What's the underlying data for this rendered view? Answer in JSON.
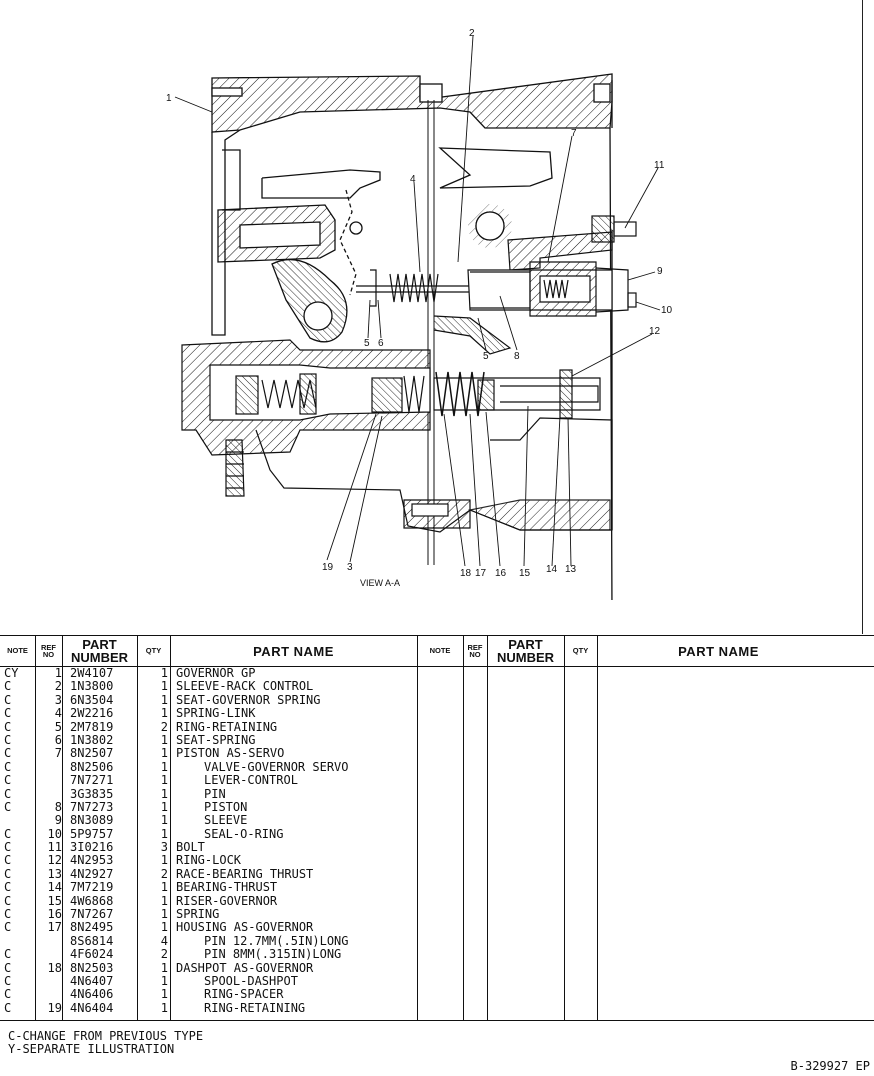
{
  "drawing": {
    "view_label": "VIEW A-A",
    "callouts": [
      "1",
      "2",
      "4",
      "7",
      "11",
      "9",
      "10",
      "5",
      "6",
      "5",
      "8",
      "12",
      "19",
      "3",
      "18",
      "17",
      "16",
      "15",
      "14",
      "13"
    ]
  },
  "table": {
    "left_headers": {
      "note": "NOTE",
      "ref_no": "REF NO",
      "part_number": "PART NUMBER",
      "qty": "QTY",
      "part_name": "PART NAME"
    },
    "right_headers": {
      "note": "NOTE",
      "ref_no": "REF NO",
      "part_number": "PART NUMBER",
      "qty": "QTY",
      "part_name": "PART NAME"
    },
    "rows": [
      {
        "note": "CY",
        "ref": "1",
        "pn": "2W4107",
        "qty": "1",
        "name": "GOVERNOR GP",
        "indent": false
      },
      {
        "note": "C",
        "ref": "2",
        "pn": "1N3800",
        "qty": "1",
        "name": "SLEEVE-RACK CONTROL",
        "indent": false
      },
      {
        "note": "C",
        "ref": "3",
        "pn": "6N3504",
        "qty": "1",
        "name": "SEAT-GOVERNOR SPRING",
        "indent": false
      },
      {
        "note": "C",
        "ref": "4",
        "pn": "2W2216",
        "qty": "1",
        "name": "SPRING-LINK",
        "indent": false
      },
      {
        "note": "C",
        "ref": "5",
        "pn": "2M7819",
        "qty": "2",
        "name": "RING-RETAINING",
        "indent": false
      },
      {
        "note": "C",
        "ref": "6",
        "pn": "1N3802",
        "qty": "1",
        "name": "SEAT-SPRING",
        "indent": false
      },
      {
        "note": "C",
        "ref": "7",
        "pn": "8N2507",
        "qty": "1",
        "name": "PISTON AS-SERVO",
        "indent": false
      },
      {
        "note": "C",
        "ref": "",
        "pn": "8N2506",
        "qty": "1",
        "name": "VALVE-GOVERNOR SERVO",
        "indent": true
      },
      {
        "note": "C",
        "ref": "",
        "pn": "7N7271",
        "qty": "1",
        "name": "LEVER-CONTROL",
        "indent": true
      },
      {
        "note": "C",
        "ref": "",
        "pn": "3G3835",
        "qty": "1",
        "name": "PIN",
        "indent": true
      },
      {
        "note": "C",
        "ref": "8",
        "pn": "7N7273",
        "qty": "1",
        "name": "PISTON",
        "indent": true
      },
      {
        "note": "",
        "ref": "9",
        "pn": "8N3089",
        "qty": "1",
        "name": "SLEEVE",
        "indent": true
      },
      {
        "note": "C",
        "ref": "10",
        "pn": "5P9757",
        "qty": "1",
        "name": "SEAL-O-RING",
        "indent": true
      },
      {
        "note": "C",
        "ref": "11",
        "pn": "3I0216",
        "qty": "3",
        "name": "BOLT",
        "indent": false
      },
      {
        "note": "C",
        "ref": "12",
        "pn": "4N2953",
        "qty": "1",
        "name": "RING-LOCK",
        "indent": false
      },
      {
        "note": "C",
        "ref": "13",
        "pn": "4N2927",
        "qty": "2",
        "name": "RACE-BEARING THRUST",
        "indent": false
      },
      {
        "note": "C",
        "ref": "14",
        "pn": "7M7219",
        "qty": "1",
        "name": "BEARING-THRUST",
        "indent": false
      },
      {
        "note": "C",
        "ref": "15",
        "pn": "4W6868",
        "qty": "1",
        "name": "RISER-GOVERNOR",
        "indent": false
      },
      {
        "note": "C",
        "ref": "16",
        "pn": "7N7267",
        "qty": "1",
        "name": "SPRING",
        "indent": false
      },
      {
        "note": "C",
        "ref": "17",
        "pn": "8N2495",
        "qty": "1",
        "name": "HOUSING AS-GOVERNOR",
        "indent": false
      },
      {
        "note": "",
        "ref": "",
        "pn": "8S6814",
        "qty": "4",
        "name": "PIN 12.7MM(.5IN)LONG",
        "indent": true
      },
      {
        "note": "C",
        "ref": "",
        "pn": "4F6024",
        "qty": "2",
        "name": "PIN 8MM(.315IN)LONG",
        "indent": true
      },
      {
        "note": "C",
        "ref": "18",
        "pn": "8N2503",
        "qty": "1",
        "name": "DASHPOT AS-GOVERNOR",
        "indent": false
      },
      {
        "note": "C",
        "ref": "",
        "pn": "4N6407",
        "qty": "1",
        "name": "SPOOL-DASHPOT",
        "indent": true
      },
      {
        "note": "C",
        "ref": "",
        "pn": "4N6406",
        "qty": "1",
        "name": "RING-SPACER",
        "indent": true
      },
      {
        "note": "C",
        "ref": "19",
        "pn": "4N6404",
        "qty": "1",
        "name": "RING-RETAINING",
        "indent": true
      }
    ]
  },
  "footnotes": [
    "C-CHANGE FROM PREVIOUS TYPE",
    "Y-SEPARATE ILLUSTRATION"
  ],
  "drawing_number": "B-329927 EP"
}
